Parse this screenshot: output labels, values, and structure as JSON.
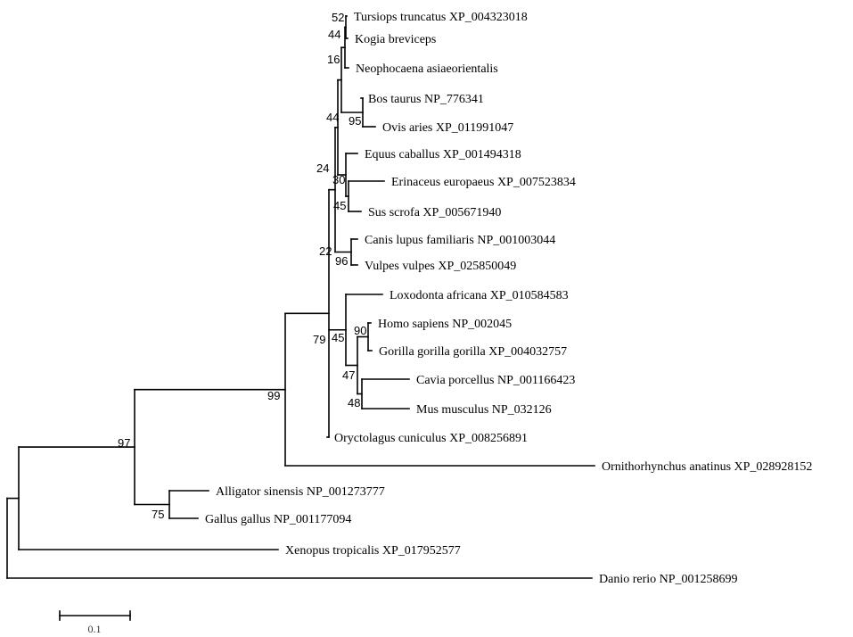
{
  "tree": {
    "scale_bar": {
      "value": 0.1,
      "label": "0.1"
    },
    "taxa": [
      {
        "id": "t1",
        "label": "Tursiops truncatus XP_004323018"
      },
      {
        "id": "t2",
        "label": "Kogia breviceps"
      },
      {
        "id": "t3",
        "label": "Neophocaena asiaeorientalis"
      },
      {
        "id": "t4",
        "label": "Bos taurus NP_776341"
      },
      {
        "id": "t5",
        "label": "Ovis aries XP_011991047"
      },
      {
        "id": "t6",
        "label": "Equus caballus XP_001494318"
      },
      {
        "id": "t7",
        "label": "Erinaceus europaeus XP_007523834"
      },
      {
        "id": "t8",
        "label": "Sus scrofa XP_005671940"
      },
      {
        "id": "t9",
        "label": "Canis lupus familiaris NP_001003044"
      },
      {
        "id": "t10",
        "label": "Vulpes vulpes XP_025850049"
      },
      {
        "id": "t11",
        "label": "Loxodonta africana XP_010584583"
      },
      {
        "id": "t12",
        "label": "Homo sapiens NP_002045"
      },
      {
        "id": "t13",
        "label": "Gorilla gorilla gorilla XP_004032757"
      },
      {
        "id": "t14",
        "label": "Cavia porcellus NP_001166423"
      },
      {
        "id": "t15",
        "label": "Mus musculus NP_032126"
      },
      {
        "id": "t16",
        "label": "Oryctolagus cuniculus XP_008256891"
      },
      {
        "id": "t17",
        "label": "Ornithorhynchus anatinus XP_028928152"
      },
      {
        "id": "t18",
        "label": "Alligator sinensis NP_001273777"
      },
      {
        "id": "t19",
        "label": "Gallus gallus NP_001177094"
      },
      {
        "id": "t20",
        "label": "Xenopus tropicalis XP_017952577"
      },
      {
        "id": "t21",
        "label": "Danio rerio NP_001258699"
      }
    ],
    "support_values": [
      {
        "node": "n_tursiops_kogia",
        "value": "52"
      },
      {
        "node": "n_kogia_group",
        "value": "44"
      },
      {
        "node": "n_cetacea",
        "value": "16"
      },
      {
        "node": "n_bovidae",
        "value": "95"
      },
      {
        "node": "n_cetartiodactyla",
        "value": "44"
      },
      {
        "node": "n_erinaceus_sus",
        "value": "45"
      },
      {
        "node": "n_equus_group",
        "value": "30"
      },
      {
        "node": "n_laurasiatheria_a",
        "value": "24"
      },
      {
        "node": "n_canidae",
        "value": "96"
      },
      {
        "node": "n_laurasiatheria",
        "value": "22"
      },
      {
        "node": "n_homininae",
        "value": "90"
      },
      {
        "node": "n_rodentia",
        "value": "48"
      },
      {
        "node": "n_euarchontoglires",
        "value": "47"
      },
      {
        "node": "n_afro_euarchonto",
        "value": "45"
      },
      {
        "node": "n_eutheria",
        "value": "79"
      },
      {
        "node": "n_mammalia",
        "value": "99"
      },
      {
        "node": "n_sauropsida",
        "value": "75"
      },
      {
        "node": "n_amniota",
        "value": "97"
      }
    ]
  }
}
